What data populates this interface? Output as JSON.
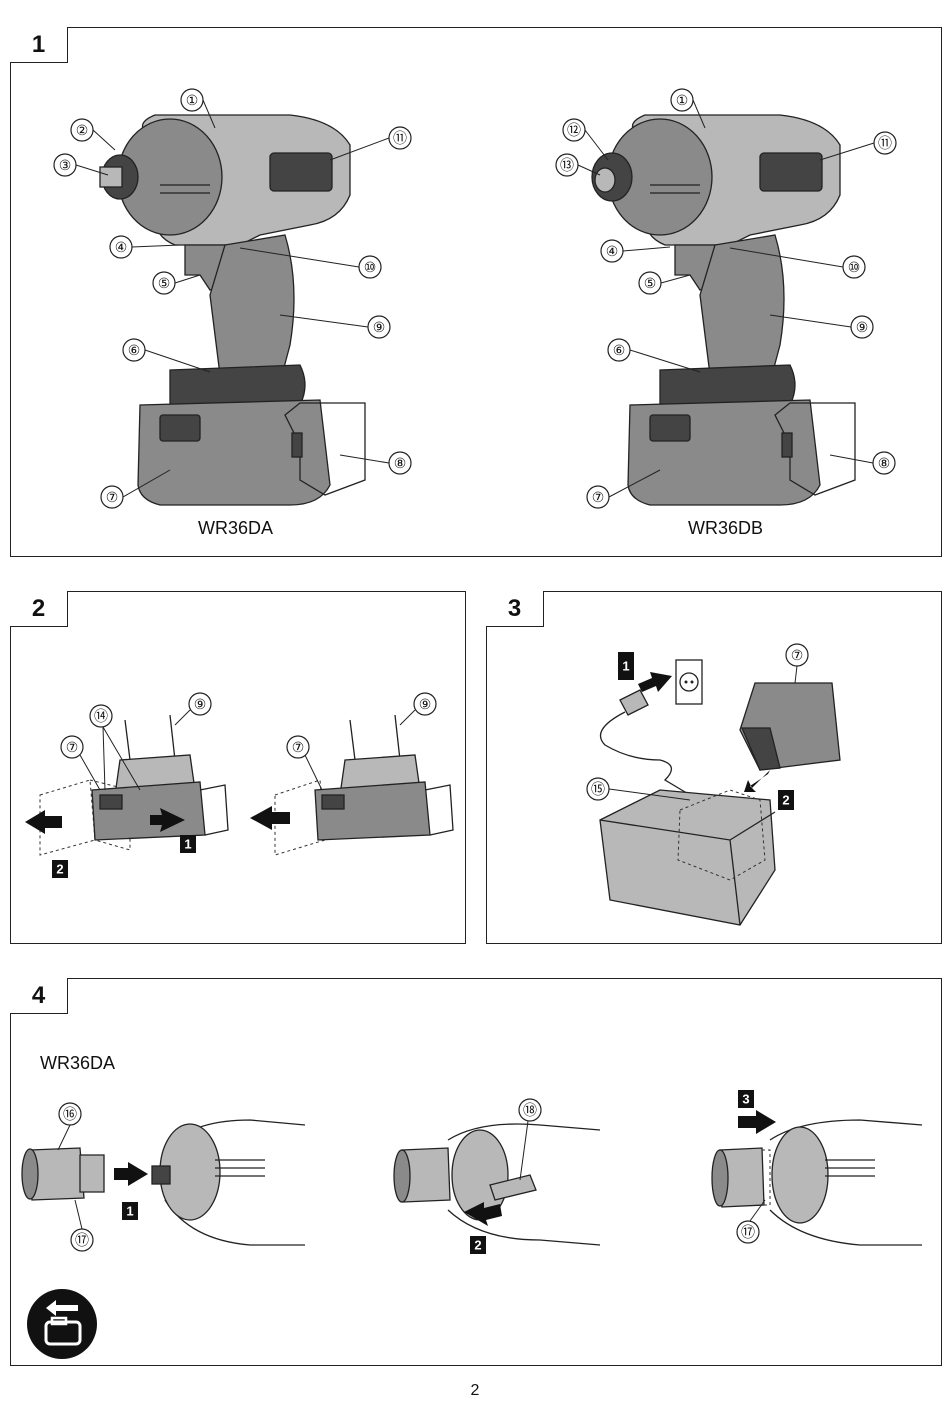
{
  "figures": {
    "fig1": {
      "number": "1",
      "model_left": "WR36DA",
      "model_right": "WR36DB",
      "callouts_left": [
        "①",
        "②",
        "③",
        "④",
        "⑤",
        "⑥",
        "⑦",
        "⑧",
        "⑨",
        "⑩",
        "⑪"
      ],
      "callouts_right": [
        "①",
        "⑫",
        "⑬",
        "④",
        "⑤",
        "⑥",
        "⑦",
        "⑧",
        "⑨",
        "⑩",
        "⑪"
      ]
    },
    "fig2": {
      "number": "2",
      "callouts": [
        "⑭",
        "⑦",
        "⑨",
        "⑦",
        "⑨"
      ],
      "steps": [
        "1",
        "2"
      ]
    },
    "fig3": {
      "number": "3",
      "callouts": [
        "⑦",
        "⑮"
      ],
      "steps": [
        "1",
        "2"
      ]
    },
    "fig4": {
      "number": "4",
      "model": "WR36DA",
      "callouts": [
        "⑯",
        "⑰",
        "⑱",
        "⑰"
      ],
      "steps": [
        "1",
        "2",
        "3"
      ]
    }
  },
  "page_number": "2",
  "icons": [
    "battery-removal-icon"
  ]
}
